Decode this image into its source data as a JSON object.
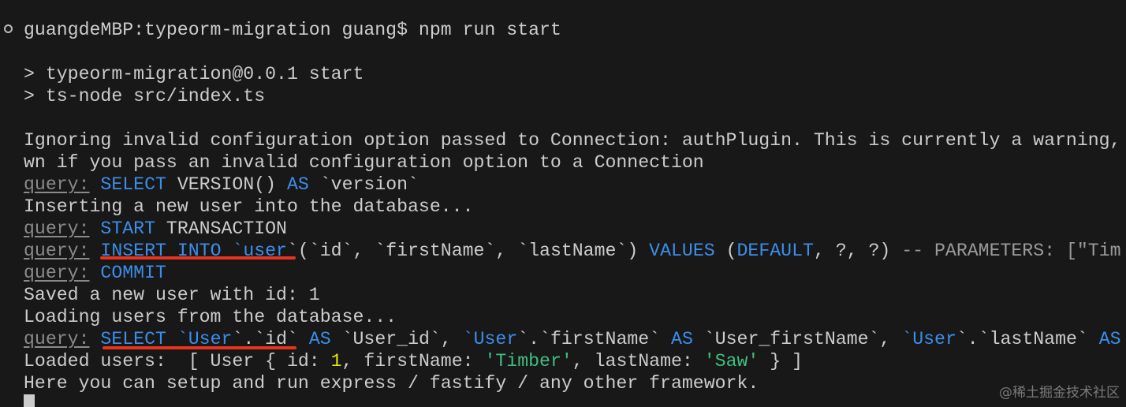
{
  "terminal": {
    "lines": [
      [
        [
          "guangdeMBP:typeorm-migration guang$ npm run start",
          "n"
        ]
      ],
      [],
      [
        [
          "> typeorm-migration@0.0.1 start",
          "n"
        ]
      ],
      [
        [
          "> ts-node src/index.ts",
          "n"
        ]
      ],
      [],
      [
        [
          "Ignoring invalid configuration option passed to Connection: authPlugin. This is currently a warning,",
          "n"
        ]
      ],
      [
        [
          "wn if you pass an invalid configuration option to a Connection",
          "n"
        ]
      ],
      [
        [
          "query:",
          "g"
        ],
        [
          " ",
          "n"
        ],
        [
          "SELECT",
          "b"
        ],
        [
          " VERSION() ",
          "n"
        ],
        [
          "AS",
          "b"
        ],
        [
          " `version`",
          "n"
        ]
      ],
      [
        [
          "Inserting a new user into the database...",
          "n"
        ]
      ],
      [
        [
          "query:",
          "g"
        ],
        [
          " ",
          "n"
        ],
        [
          "START",
          "b"
        ],
        [
          " TRANSACTION",
          "n"
        ]
      ],
      [
        [
          "query:",
          "g"
        ],
        [
          " ",
          "n"
        ],
        [
          "INSERT INTO `user",
          "b"
        ],
        [
          "`(`id`, `firstName`, `lastName`) ",
          "n"
        ],
        [
          "VALUES",
          "b"
        ],
        [
          " (",
          "n"
        ],
        [
          "DEFAULT",
          "b"
        ],
        [
          ", ?, ?) ",
          "n"
        ],
        [
          "-- PARAMETERS: [\"Tim",
          "d"
        ]
      ],
      [
        [
          "query:",
          "g"
        ],
        [
          " ",
          "n"
        ],
        [
          "COMMIT",
          "b"
        ]
      ],
      [
        [
          "Saved a new user with id: 1",
          "n"
        ]
      ],
      [
        [
          "Loading users from the database...",
          "n"
        ]
      ],
      [
        [
          "query:",
          "g"
        ],
        [
          " ",
          "n"
        ],
        [
          "SELECT",
          "b"
        ],
        [
          " ",
          "n"
        ],
        [
          "`User",
          "b"
        ],
        [
          "`.`id` ",
          "n"
        ],
        [
          "AS",
          "b"
        ],
        [
          " `User_id`, ",
          "n"
        ],
        [
          "`User",
          "b"
        ],
        [
          "`.`firstName` ",
          "n"
        ],
        [
          "AS",
          "b"
        ],
        [
          " `User_firstName`, ",
          "n"
        ],
        [
          "`User",
          "b"
        ],
        [
          "`.`lastName` ",
          "n"
        ],
        [
          "AS",
          "b"
        ]
      ],
      [
        [
          "Loaded users:  [ User { id: ",
          "n"
        ],
        [
          "1",
          "y"
        ],
        [
          ", firstName: ",
          "n"
        ],
        [
          "'Timber'",
          "s"
        ],
        [
          ", lastName: ",
          "n"
        ],
        [
          "'Saw'",
          "s"
        ],
        [
          " } ]",
          "n"
        ]
      ],
      [
        [
          "Here you can setup and run express / fastify / any other framework.",
          "n"
        ]
      ]
    ]
  },
  "watermark": "@稀土掘金技术社区",
  "colors": {
    "background": "#181818",
    "keyword": "#3b8eea",
    "string": "#3fbf7f",
    "number": "#e5e510",
    "annotation": "#e8341c"
  }
}
